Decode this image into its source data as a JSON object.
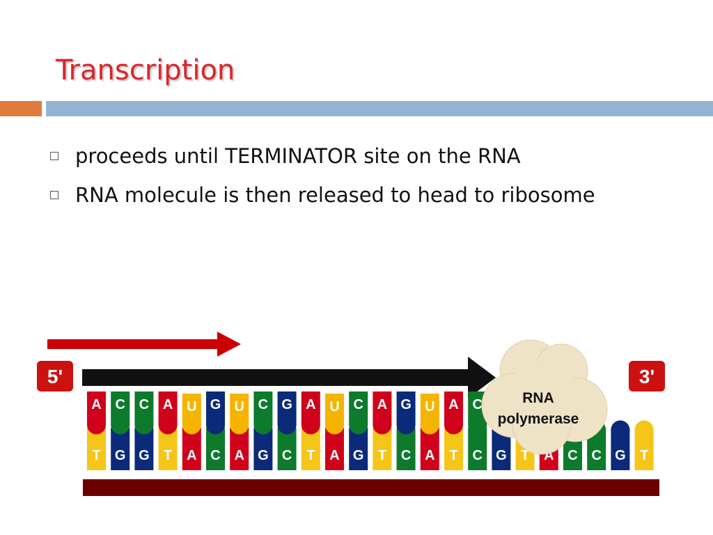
{
  "slide": {
    "title": "Transcription",
    "bullets": [
      "proceeds until TERMINATOR site on the RNA",
      "RNA molecule is then released to head to ribosome"
    ]
  },
  "diagram": {
    "left_label": "5'",
    "right_label": "3'",
    "polymerase_line1": "RNA",
    "polymerase_line2": "polymerase",
    "top_strand": [
      "A",
      "C",
      "C",
      "A",
      "U",
      "G",
      "U",
      "C",
      "G",
      "A",
      "U",
      "C",
      "A",
      "G",
      "U",
      "A",
      "C"
    ],
    "bottom_strand": [
      "T",
      "G",
      "G",
      "T",
      "A",
      "C",
      "A",
      "G",
      "C",
      "T",
      "A",
      "G",
      "T",
      "C",
      "A",
      "T",
      "C",
      "G",
      "T",
      "A",
      "C",
      "C",
      "G",
      "T"
    ],
    "colors": {
      "A": "#d0021b",
      "T": "#f5c518",
      "U": "#f5b400",
      "G": "#0b2a7a",
      "C": "#0d7a2c",
      "label_box": "#cc1111",
      "arrow_red": "#cc0000",
      "backbone": "#6b0000",
      "cloud": "#efe3c7"
    }
  }
}
